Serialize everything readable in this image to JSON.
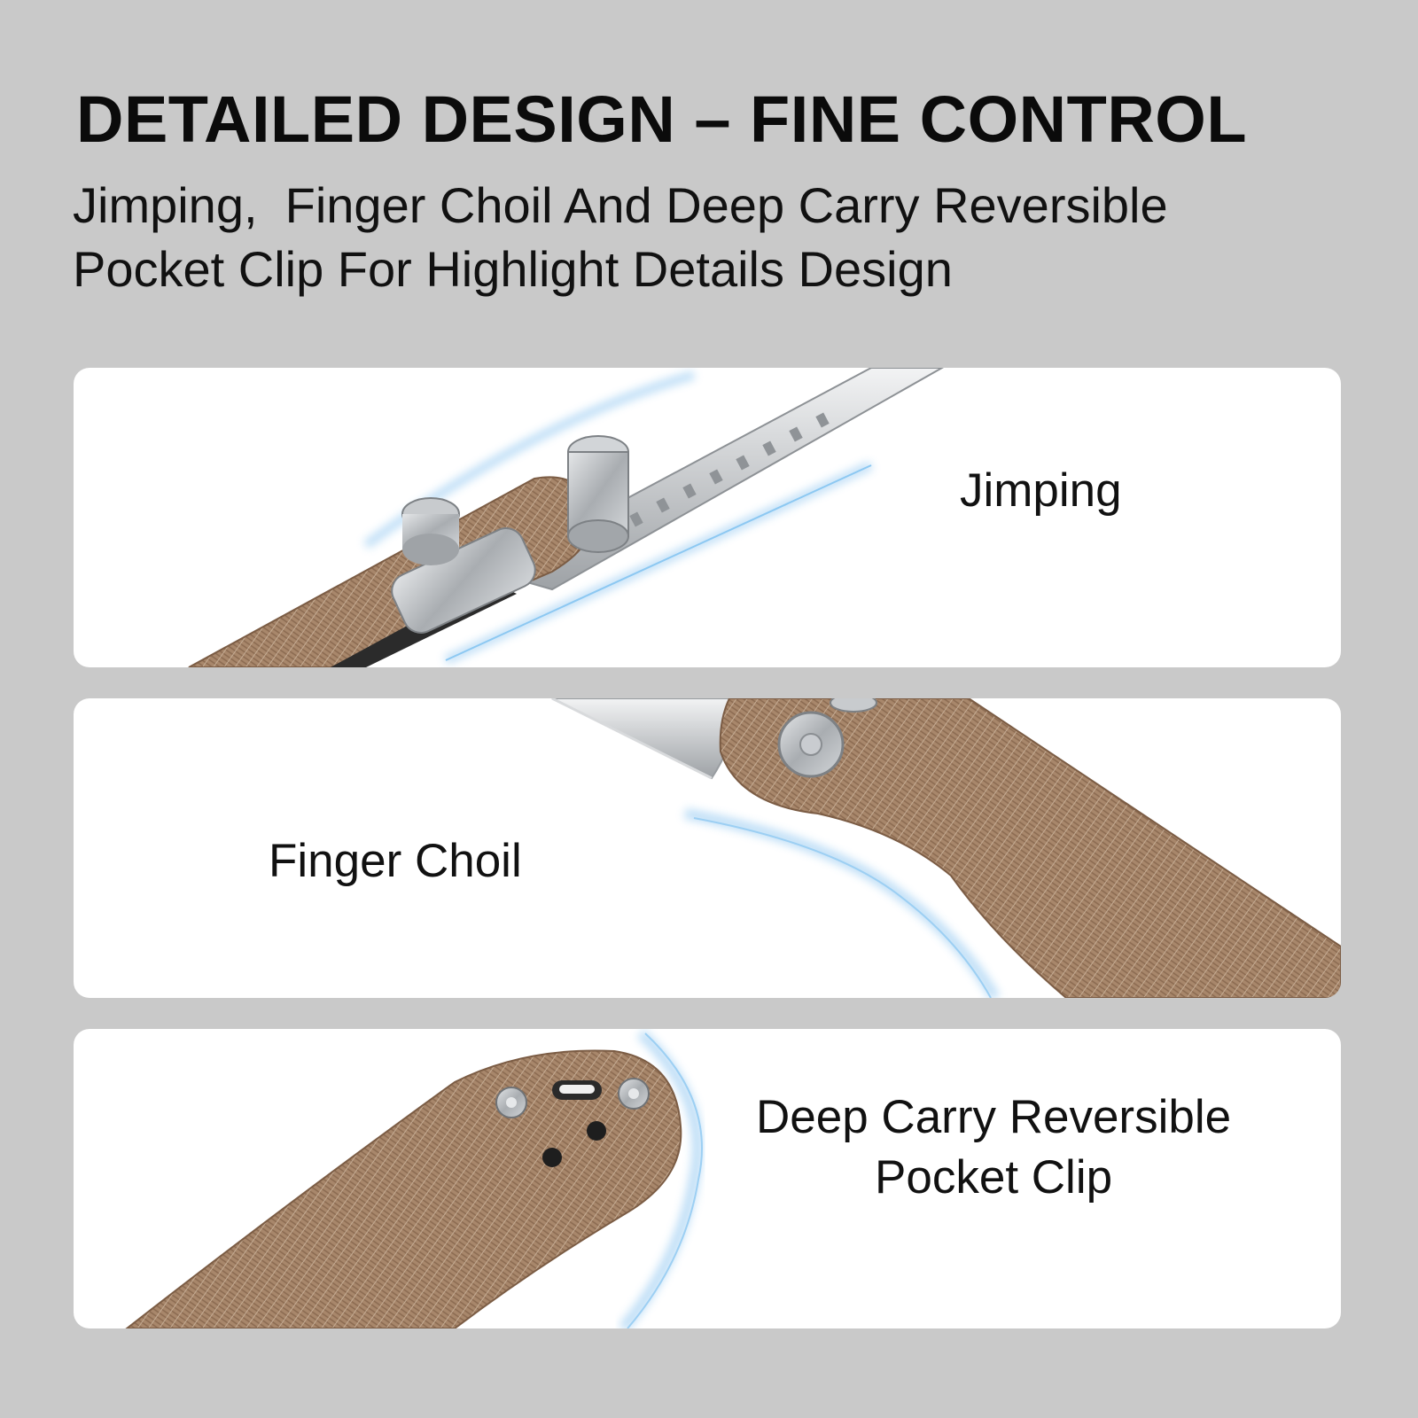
{
  "header": {
    "title": "DETAILED DESIGN – FINE CONTROL",
    "subtitle_lines": [
      "Jimping,  Finger Choil And Deep Carry Reversible",
      "Pocket Clip For Highlight Details Design"
    ]
  },
  "panels": [
    {
      "label_lines": [
        "Jimping"
      ],
      "image": "knife-jimping-closeup"
    },
    {
      "label_lines": [
        "Finger Choil"
      ],
      "image": "knife-finger-choil-closeup"
    },
    {
      "label_lines": [
        "Deep Carry Reversible",
        "Pocket Clip"
      ],
      "image": "knife-pocket-clip-closeup"
    }
  ],
  "colors": {
    "background": "#c9c9c9",
    "panel": "#ffffff",
    "handle_micarta": "#a07e62",
    "steel": "#b8bcc0",
    "glow": "#6fb6ec"
  }
}
